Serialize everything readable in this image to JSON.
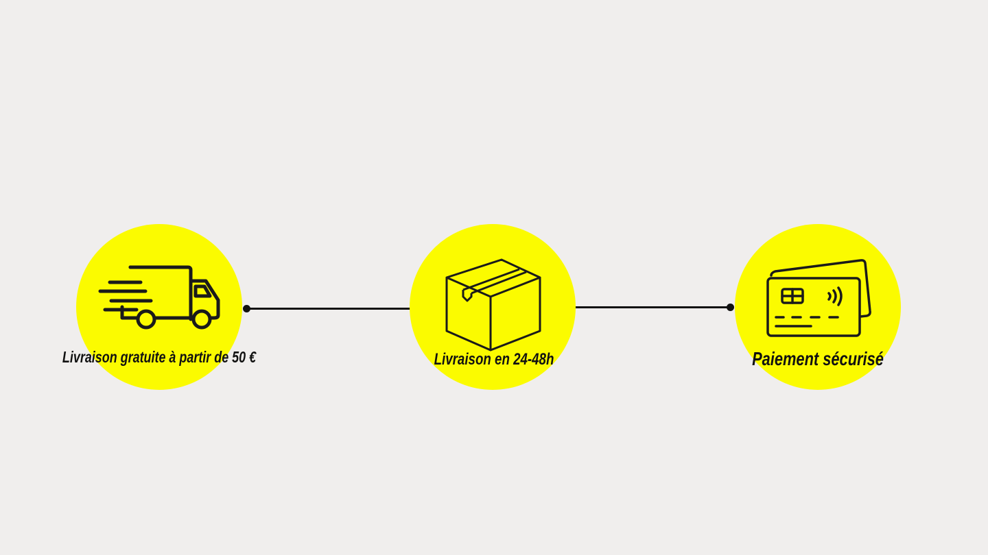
{
  "features": [
    {
      "label": "Livraison gratuite à partir de 50 €",
      "icon": "delivery-truck-icon"
    },
    {
      "label": "Livraison en 24-48h",
      "icon": "package-box-icon"
    },
    {
      "label": "Paiement sécurisé",
      "icon": "credit-card-icon"
    }
  ],
  "colors": {
    "background": "#f0eeed",
    "accent": "#fbfb00",
    "line": "#111111"
  }
}
